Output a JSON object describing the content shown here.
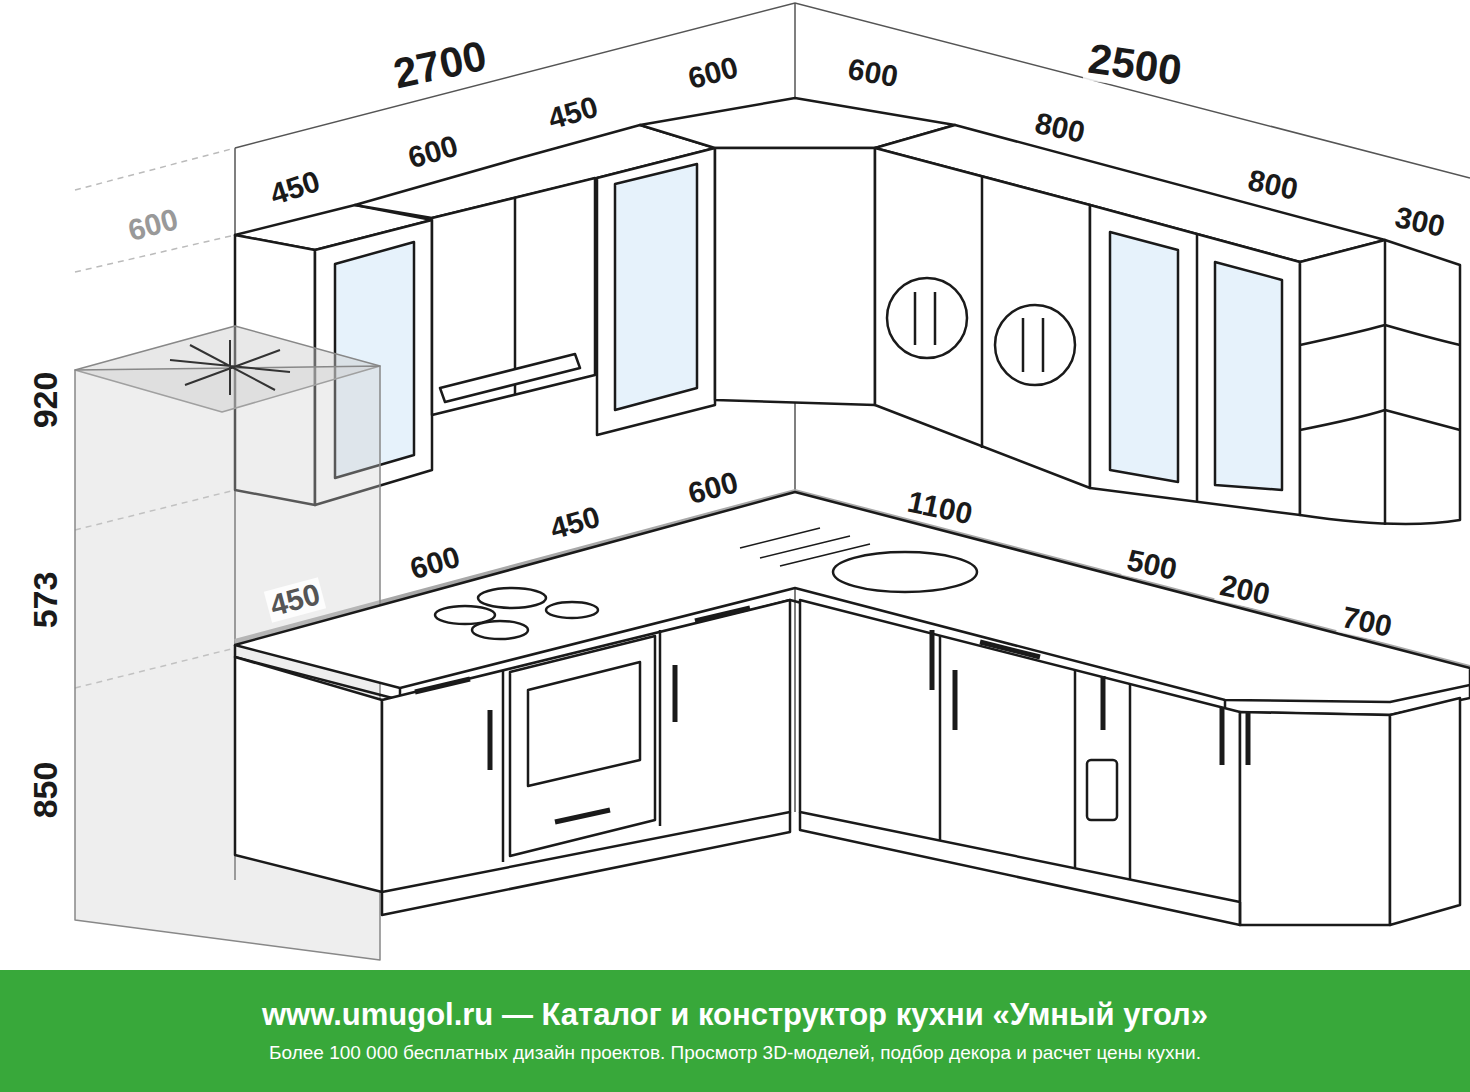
{
  "diagram": {
    "nodes": [
      {
        "text": [
          "www.umugol.ru — Каталог и конструктор кухни «Умный угол»",
          "Более 100 000 бесплатных дизайн проектов. Просмотр 3D-моделей, подбор декора и расчет цены кухни."
        ]
      }
    ],
    "labels": [
      "2700",
      "2500",
      "600",
      "450",
      "600",
      "450",
      "600",
      "600",
      "800",
      "800",
      "300",
      "920",
      "573",
      "850",
      "450",
      "600",
      "450",
      "600",
      "1100",
      "500",
      "200",
      "700"
    ]
  }
}
